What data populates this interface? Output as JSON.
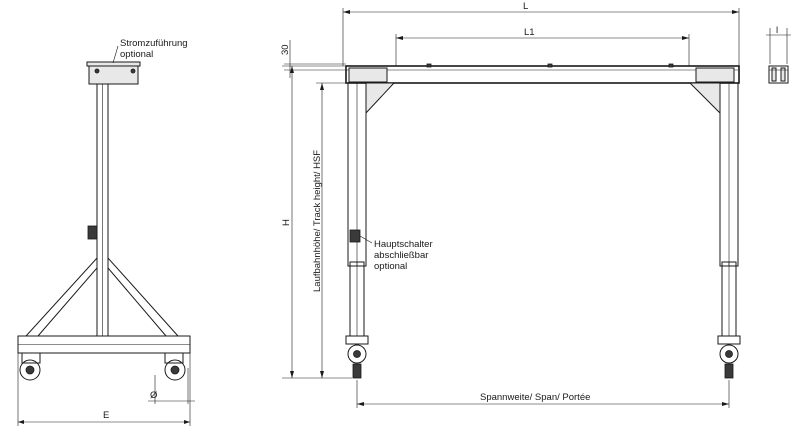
{
  "labels": {
    "power_supply_line1": "Stromzuführung",
    "power_supply_line2": "optional",
    "main_switch_line1": "Hauptschalter",
    "main_switch_line2": "abschließbar",
    "main_switch_line3": "optional",
    "track_height": "Laufbahnhöhe/ Track height/ HSF",
    "span": "Spannweite/ Span/ Portée"
  },
  "dimensions": {
    "overall_length": "L",
    "inner_length": "L1",
    "beam_height": "30",
    "height": "H",
    "width": "E",
    "wheel_diameter": "Ø",
    "profile_width": "l"
  }
}
